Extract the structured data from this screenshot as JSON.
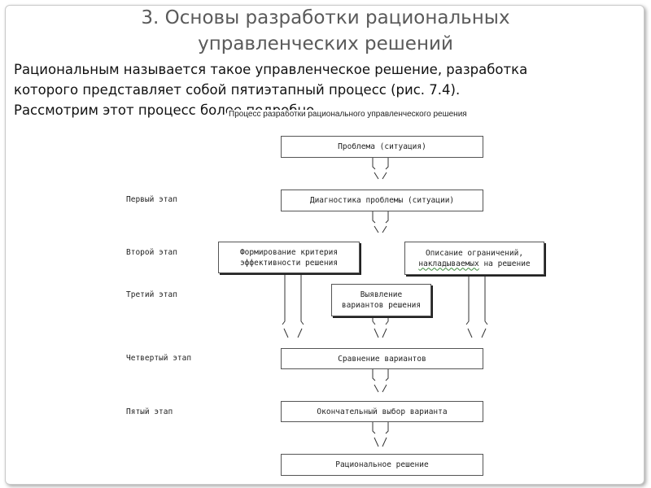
{
  "slide": {
    "title_line1": "3. Основы разработки рациональных",
    "title_line2": "управленческих решений",
    "paragraph": [
      "Рациональным называется такое управленческое решение, разработка",
      "которого представляет собой пятиэтапный процесс (рис. 7.4).",
      "Рассмотрим этот процесс более подробно."
    ]
  },
  "diagram": {
    "title": "Процесс разработки рационального управленческого решения",
    "stages": [
      "Первый этап",
      "Второй этап",
      "Третий этап",
      "Четвертый этап",
      "Пятый этап"
    ],
    "boxes": {
      "problem": "Проблема (ситуация)",
      "diagnosis": "Диагностика проблемы (ситуации)",
      "criteria_l1": "Формирование критерия",
      "criteria_l2": "эффективности решения",
      "constraints_l1": "Описание ограничений,",
      "constraints_l2a": "накладываемых",
      "constraints_l2b": " на решение",
      "variants_l1": "Выявление",
      "variants_l2": "вариантов решения",
      "compare": "Сравнение вариантов",
      "final": "Окончательный выбор варианта",
      "result": "Рациональное решение"
    }
  }
}
